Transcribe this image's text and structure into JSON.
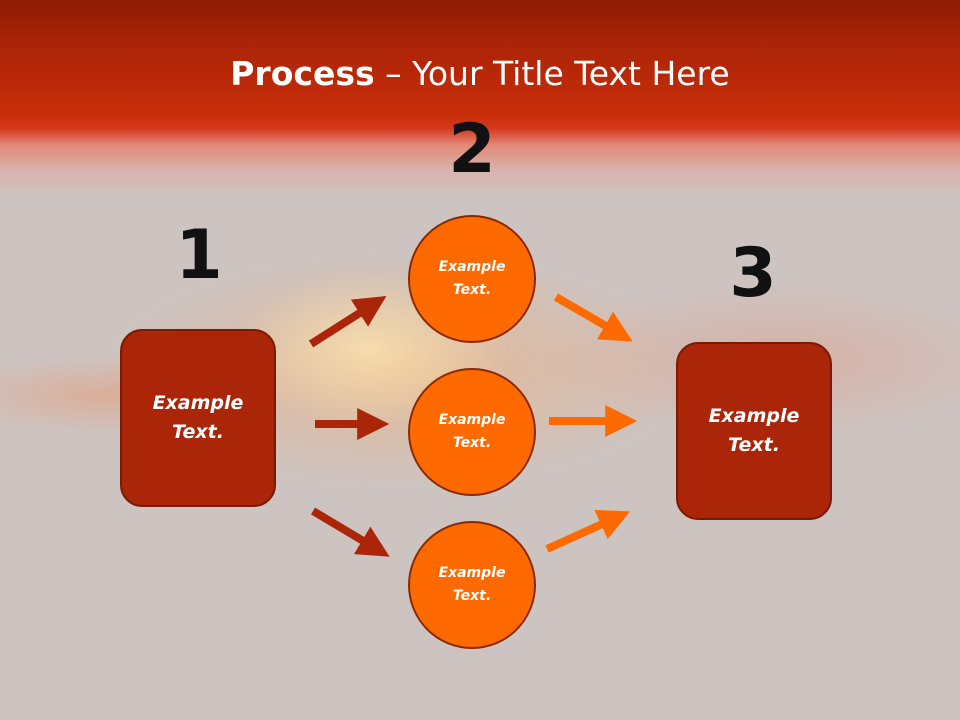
{
  "title": {
    "bold": "Process",
    "rest": " – Your Title Text Here"
  },
  "steps": [
    {
      "number": "1"
    },
    {
      "number": "2"
    },
    {
      "number": "3"
    }
  ],
  "left_box": {
    "label": "Example Text."
  },
  "circles": [
    {
      "label": "Example Text."
    },
    {
      "label": "Example Text."
    },
    {
      "label": "Example Text."
    }
  ],
  "right_box": {
    "label": "Example Text."
  },
  "colors": {
    "header": "#c92e0a",
    "box_fill": "#ab2509",
    "circle_fill": "#ff6a00",
    "arrow_dark": "#ab2509",
    "arrow_light": "#ff6a00",
    "background": "#cdc4c2"
  }
}
